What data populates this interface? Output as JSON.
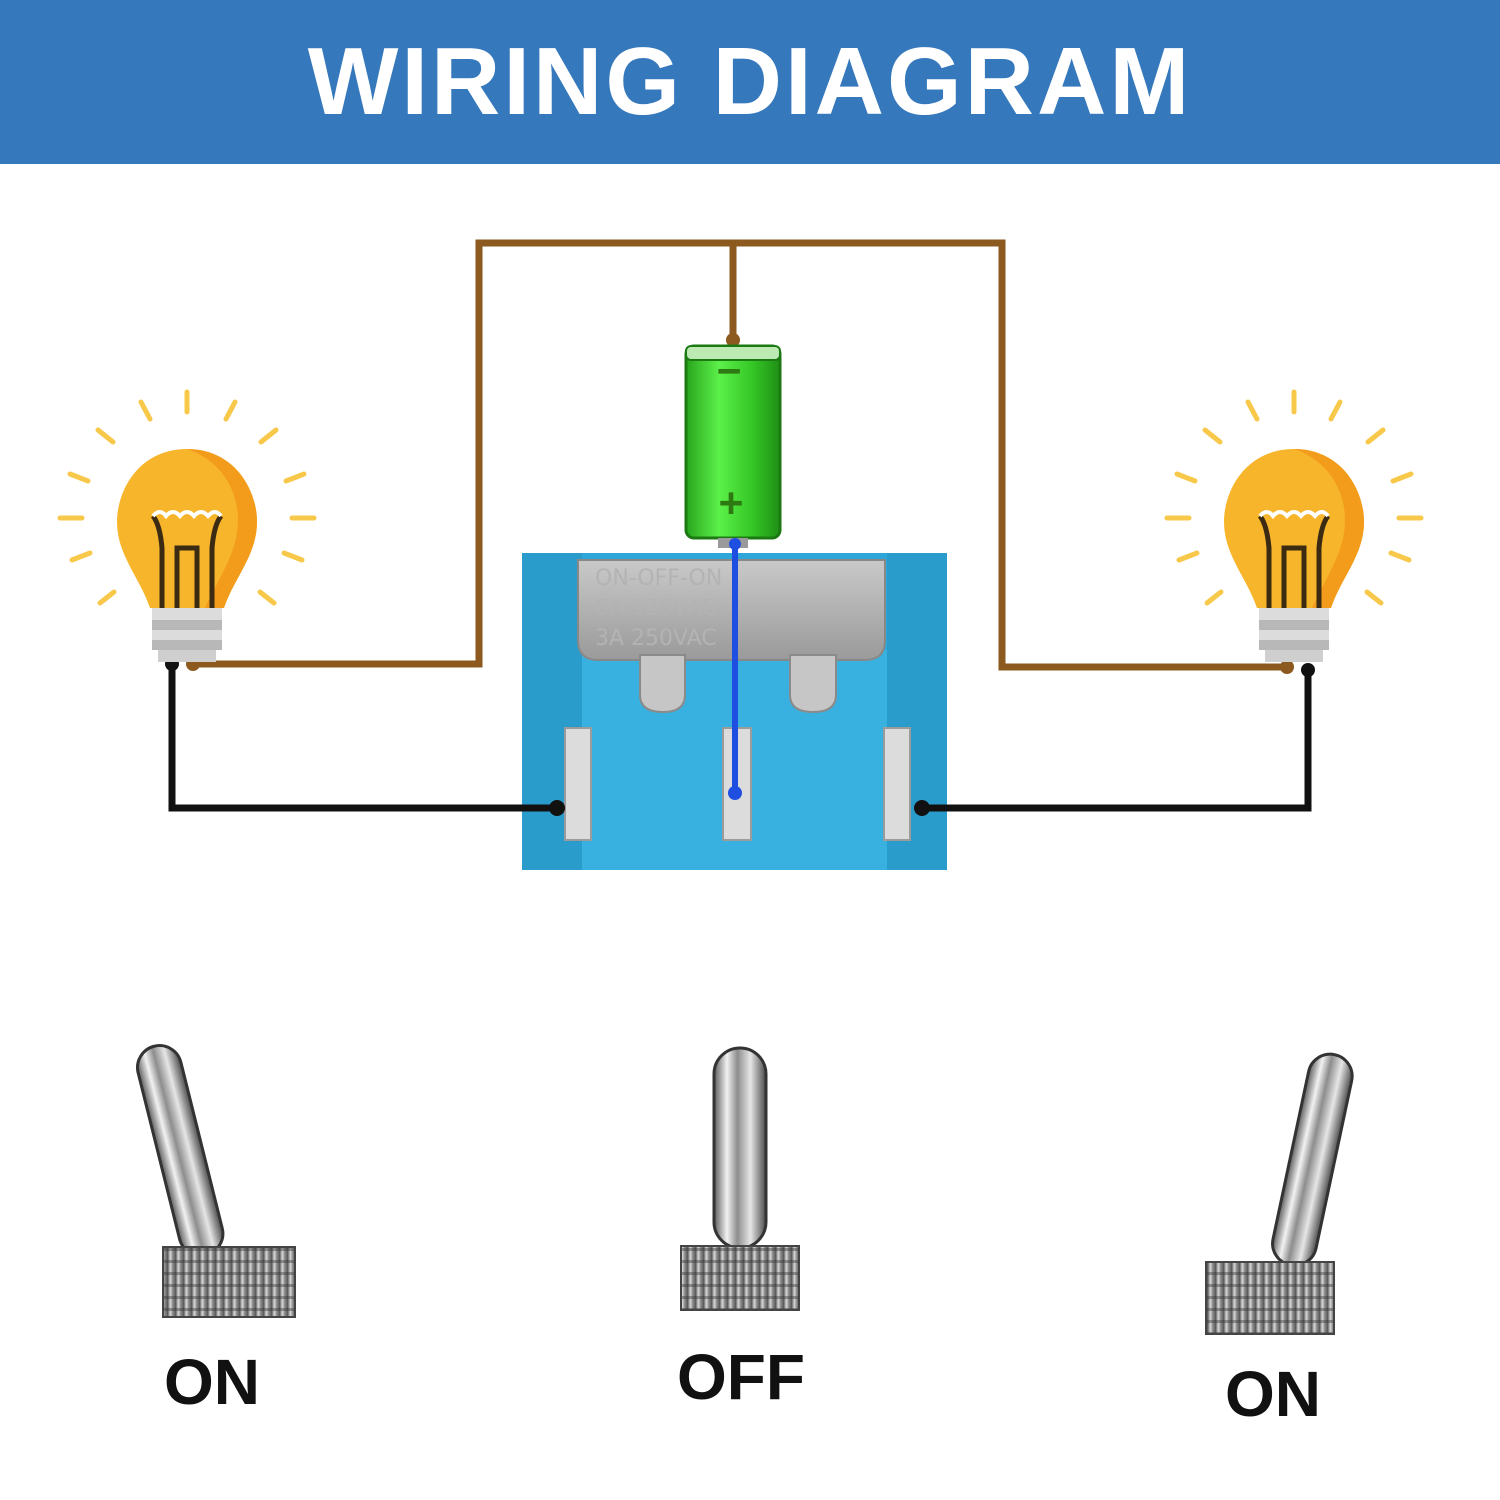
{
  "header": {
    "title": "WIRING DIAGRAM"
  },
  "battery": {
    "negative_symbol": "−",
    "positive_symbol": "+"
  },
  "switch_body": {
    "print_lines": [
      "ON-OFF-ON",
      "6A 125VAC",
      "3A 250VAC"
    ]
  },
  "toggles": [
    {
      "label": "ON"
    },
    {
      "label": "OFF"
    },
    {
      "label": "ON"
    }
  ],
  "colors": {
    "header_bg": "#3678bc",
    "brown_wire": "#8c5a1e",
    "black_wire": "#111111",
    "blue_wire": "#1f4fe0",
    "switch_body": "#2ea7d8",
    "battery": "#3ad12f",
    "bulb": "#f7b52b"
  }
}
